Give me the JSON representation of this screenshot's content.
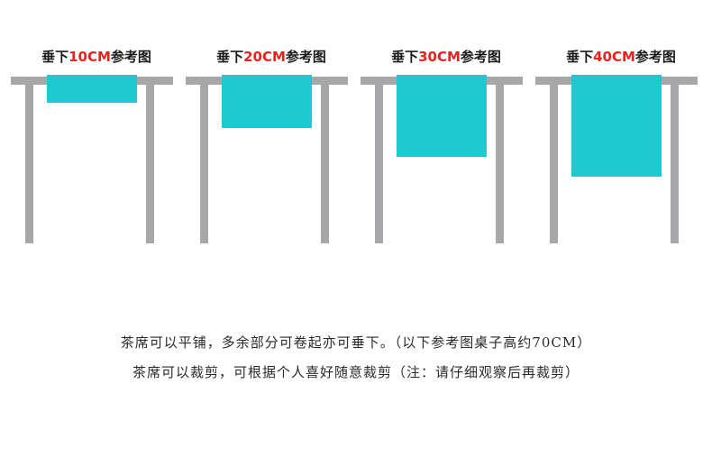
{
  "panels": [
    {
      "prefix": "垂下",
      "highlight": "10CM",
      "suffix": "参考图",
      "drop_cm": 10
    },
    {
      "prefix": "垂下",
      "highlight": "20CM",
      "suffix": "参考图",
      "drop_cm": 20
    },
    {
      "prefix": "垂下",
      "highlight": "30CM",
      "suffix": "参考图",
      "drop_cm": 30
    },
    {
      "prefix": "垂下",
      "highlight": "40CM",
      "suffix": "参考图",
      "drop_cm": 40
    }
  ],
  "colors": {
    "cloth": "#1ec9d0",
    "table": "#a7a7a9",
    "highlight": "#e8231e"
  },
  "notes": {
    "line1": "茶席可以平铺，多余部分可卷起亦可垂下。（以下参考图桌子高约70CM）",
    "line2": "茶席可以裁剪，可根据个人喜好随意裁剪（注：请仔细观察后再裁剪）"
  }
}
